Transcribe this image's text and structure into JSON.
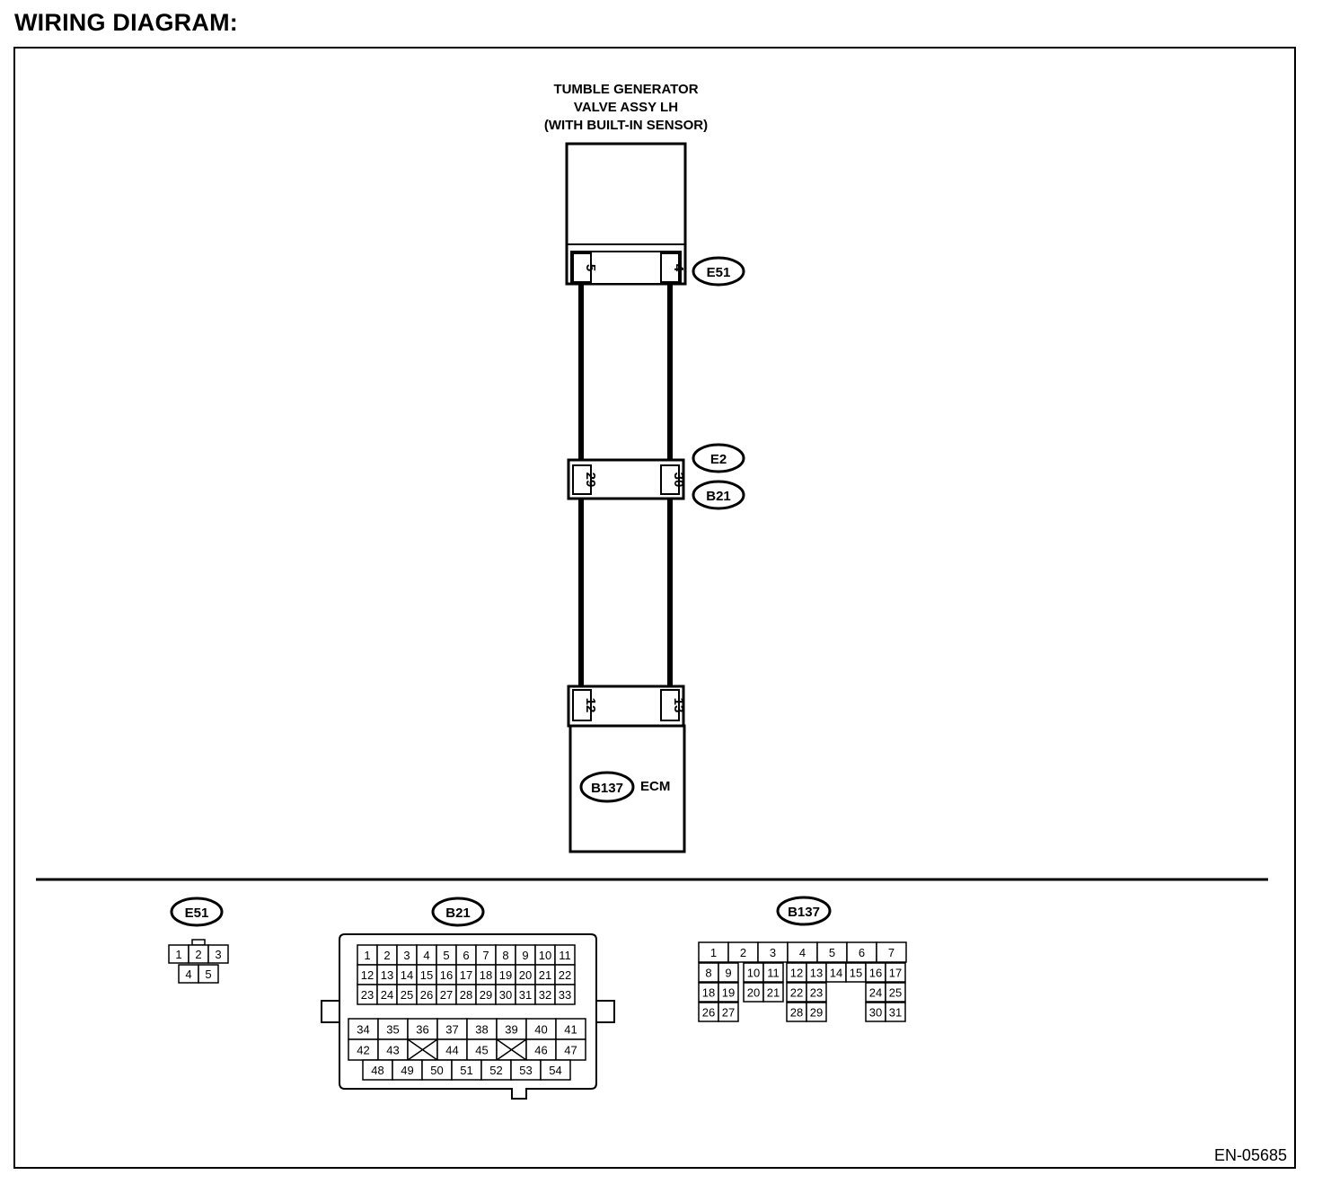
{
  "heading": "WIRING DIAGRAM:",
  "component": {
    "title_lines": [
      "TUMBLE GENERATOR",
      "VALVE ASSY LH",
      "(WITH BUILT-IN SENSOR)"
    ],
    "connector": "E51",
    "pins": [
      "5",
      "4"
    ]
  },
  "joint": {
    "connectors": [
      "E2",
      "B21"
    ],
    "pins": [
      "29",
      "30"
    ]
  },
  "ecm": {
    "connector": "B137",
    "label": "ECM",
    "pins": [
      "12",
      "13"
    ]
  },
  "connector_views": {
    "e51": {
      "tag": "E51",
      "row1": [
        "1",
        "2",
        "3"
      ],
      "row2": [
        "4",
        "5"
      ]
    },
    "b21": {
      "tag": "B21",
      "upper": [
        [
          "1",
          "2",
          "3",
          "4",
          "5",
          "6",
          "7",
          "8",
          "9",
          "10",
          "11"
        ],
        [
          "12",
          "13",
          "14",
          "15",
          "16",
          "17",
          "18",
          "19",
          "20",
          "21",
          "22"
        ],
        [
          "23",
          "24",
          "25",
          "26",
          "27",
          "28",
          "29",
          "30",
          "31",
          "32",
          "33"
        ]
      ],
      "lower_row1": [
        "34",
        "35",
        "36",
        "37",
        "38",
        "39",
        "40",
        "41"
      ],
      "lower_row2": [
        "42",
        "43",
        "",
        "44",
        "45",
        "",
        "46",
        "47"
      ],
      "lower_row3": [
        "48",
        "49",
        "50",
        "51",
        "52",
        "53",
        "54"
      ]
    },
    "b137": {
      "tag": "B137",
      "row1": [
        "1",
        "2",
        "3",
        "4",
        "5",
        "6",
        "7"
      ],
      "row2": [
        "8",
        "9",
        "10",
        "11",
        "12",
        "13",
        "14",
        "15",
        "16",
        "17"
      ],
      "row3": [
        "18",
        "19",
        "20",
        "21",
        "22",
        "23",
        "24",
        "25"
      ],
      "row4": [
        "26",
        "27",
        "28",
        "29",
        "30",
        "31"
      ]
    }
  },
  "figure_code": "EN-05685"
}
